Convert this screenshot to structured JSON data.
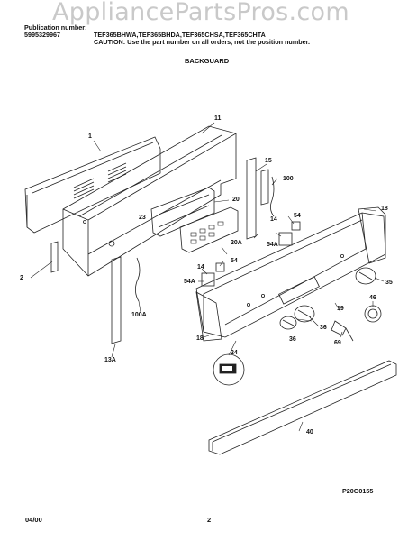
{
  "header": {
    "publication_label": "Publication number:",
    "publication_number": "5995329967",
    "models": "TEF365BHWA,TEF365BHDA,TEF365CHSA,TEF365CHTA",
    "caution": "CAUTION:  Use the part number on all orders, not the position number.",
    "section_title": "BACKGUARD"
  },
  "watermark": "AppliancePartsPros.com",
  "callouts": [
    "1",
    "11",
    "15",
    "100",
    "2",
    "23",
    "20",
    "14",
    "54",
    "18",
    "14",
    "54",
    "20A",
    "54A",
    "19",
    "35",
    "36",
    "36",
    "46",
    "69",
    "100A",
    "13A",
    "24",
    "18",
    "40"
  ],
  "figure_code": "P20G0155",
  "footer": {
    "date": "04/00",
    "page": "2"
  }
}
